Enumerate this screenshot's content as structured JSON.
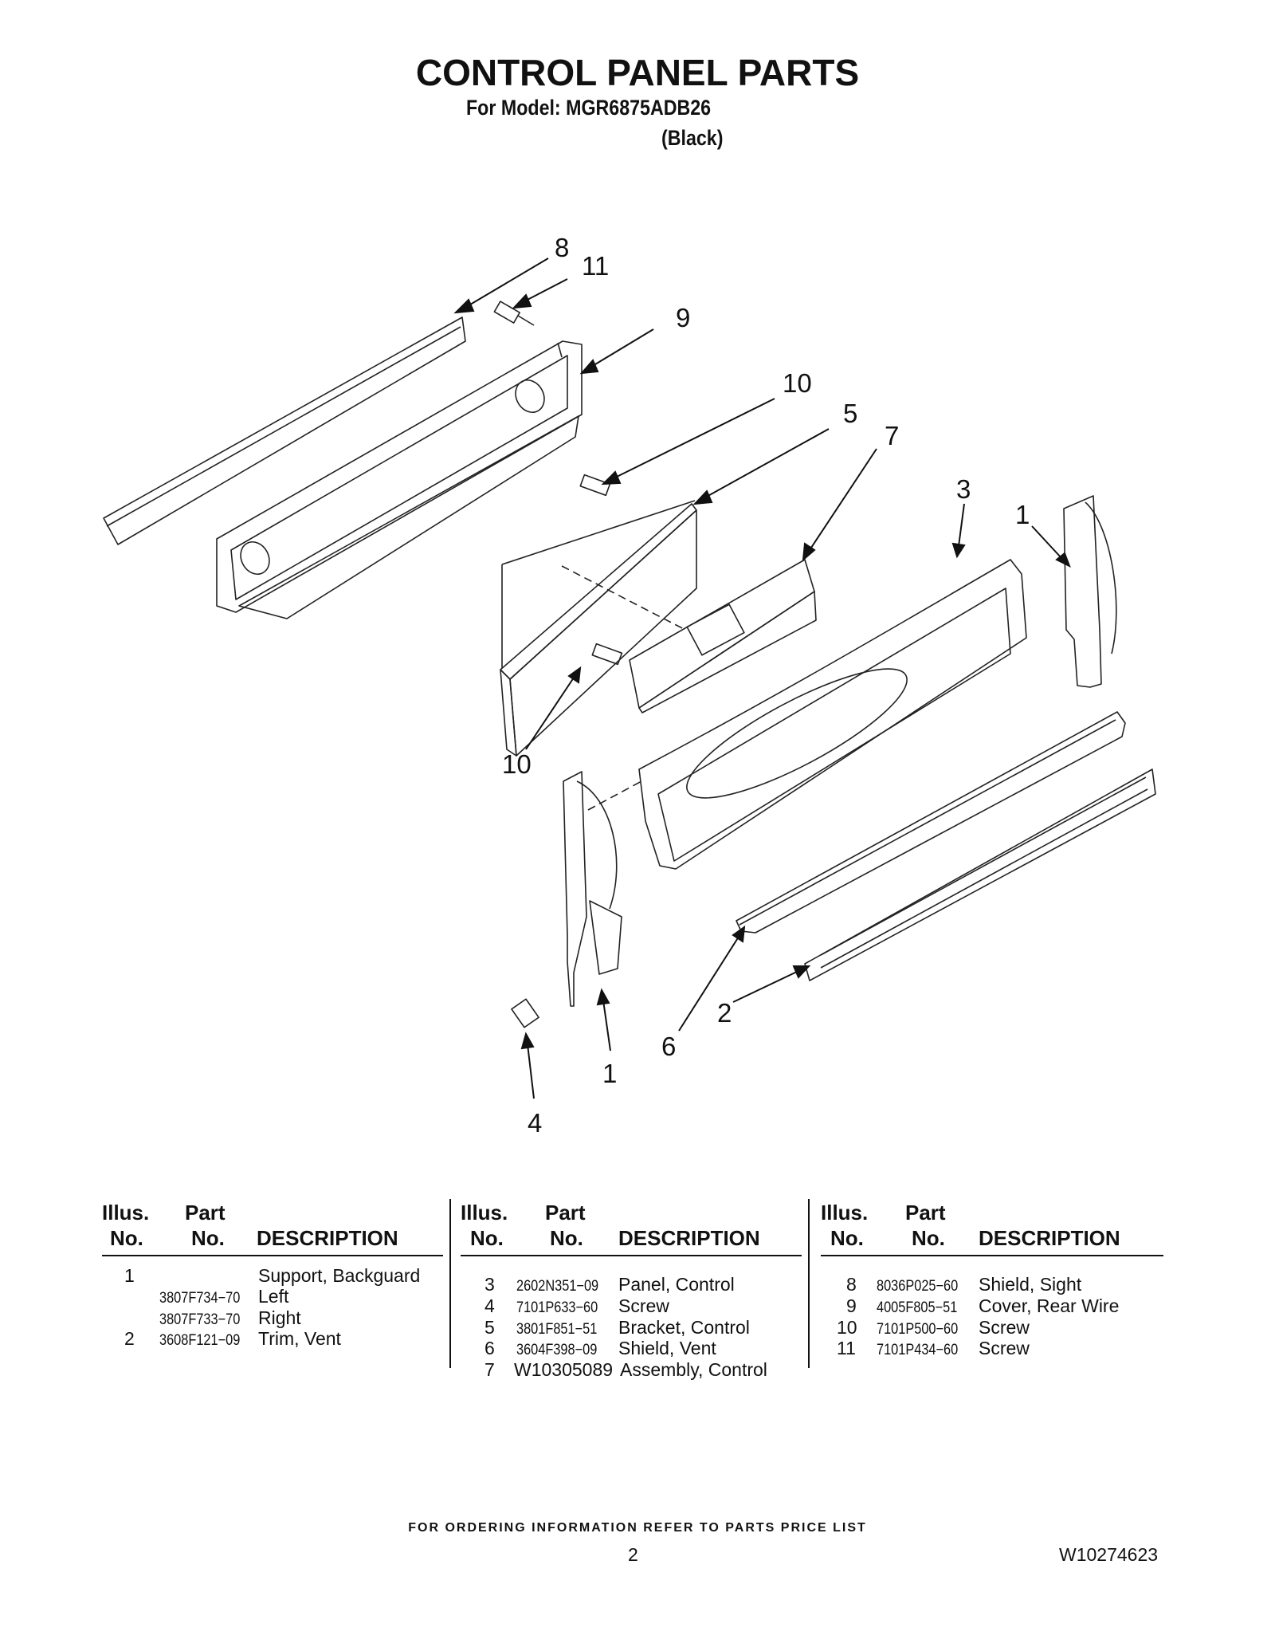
{
  "header": {
    "title": "CONTROL PANEL PARTS",
    "model": "For Model: MGR6875ADB26",
    "color": "(Black)"
  },
  "diagram": {
    "callouts": [
      "8",
      "11",
      "9",
      "10",
      "5",
      "7",
      "3",
      "1",
      "10",
      "6",
      "2",
      "1",
      "4"
    ]
  },
  "table": {
    "headers": {
      "illus_1": "Illus.",
      "illus_2": "No.",
      "part_1": "Part",
      "part_2": "No.",
      "description": "DESCRIPTION"
    },
    "columns": [
      {
        "rows": [
          {
            "illus": "1",
            "part": "",
            "description": "Support, Backguard"
          },
          {
            "illus": "",
            "part": "3807F734−70",
            "description": "Left"
          },
          {
            "illus": "",
            "part": "3807F733−70",
            "description": "Right"
          },
          {
            "illus": "2",
            "part": "3608F121−09",
            "description": "Trim, Vent"
          }
        ]
      },
      {
        "rows": [
          {
            "illus": "3",
            "part": "2602N351−09",
            "description": "Panel, Control"
          },
          {
            "illus": "4",
            "part": "7101P633−60",
            "description": "Screw"
          },
          {
            "illus": "5",
            "part": "3801F851−51",
            "description": "Bracket, Control"
          },
          {
            "illus": "6",
            "part": "3604F398−09",
            "description": "Shield, Vent"
          },
          {
            "illus": "7",
            "part": "W10305089",
            "description": "Assembly, Control"
          }
        ]
      },
      {
        "rows": [
          {
            "illus": "8",
            "part": "8036P025−60",
            "description": "Shield, Sight"
          },
          {
            "illus": "9",
            "part": "4005F805−51",
            "description": "Cover, Rear Wire"
          },
          {
            "illus": "10",
            "part": "7101P500−60",
            "description": "Screw"
          },
          {
            "illus": "11",
            "part": "7101P434−60",
            "description": "Screw"
          }
        ]
      }
    ]
  },
  "footer": {
    "note": "FOR ORDERING INFORMATION REFER TO PARTS PRICE LIST",
    "page": "2",
    "doc_number": "W10274623"
  }
}
